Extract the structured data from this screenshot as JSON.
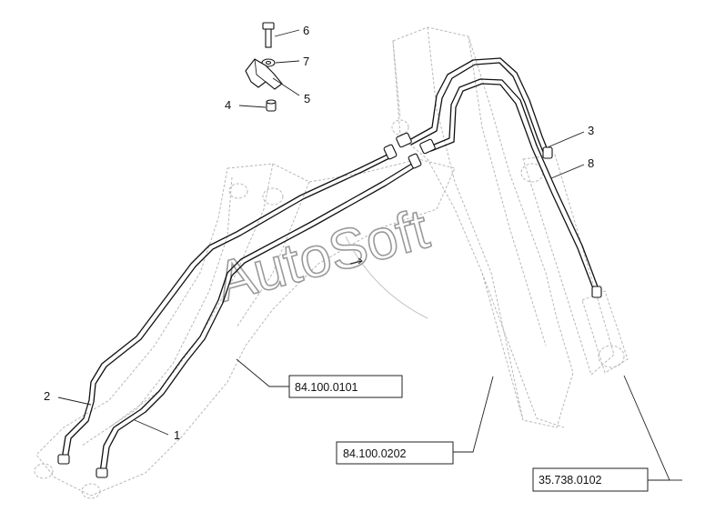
{
  "callouts": [
    {
      "id": "1",
      "label": "1"
    },
    {
      "id": "2",
      "label": "2"
    },
    {
      "id": "3",
      "label": "3"
    },
    {
      "id": "4",
      "label": "4"
    },
    {
      "id": "5",
      "label": "5"
    },
    {
      "id": "6",
      "label": "6"
    },
    {
      "id": "7",
      "label": "7"
    },
    {
      "id": "8",
      "label": "8"
    }
  ],
  "references": [
    {
      "id": "ref_arm",
      "label": "84.100.0101"
    },
    {
      "id": "ref_boom",
      "label": "84.100.0202"
    },
    {
      "id": "ref_cylinder",
      "label": "35.738.0102"
    }
  ],
  "watermark": "AutoSoft"
}
